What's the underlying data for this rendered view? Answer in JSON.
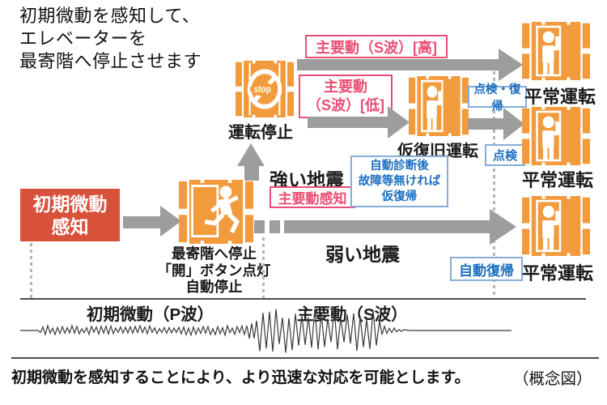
{
  "title": "初期微動を感知して、\nエレベーターを\n最寄階へ停止させます",
  "start": {
    "label": "初期微動\n感知"
  },
  "stop_node": {
    "label": "運転停止",
    "icon_text": "stop"
  },
  "nearest": {
    "label": "最寄階へ停止\n「開」ボタン点灯\n自動停止"
  },
  "quakes": {
    "strong": "強い地震",
    "weak": "弱い地震"
  },
  "badges": {
    "s_high": "主要動（S波）[高]",
    "s_low": "主要動\n（S波）[低]",
    "s_detect": "主要動感知",
    "inspect_return": "点検・復帰",
    "inspect": "点検",
    "auto_return": "自動復帰"
  },
  "note": {
    "auto_diag": "自動診断後\n故障等無ければ\n仮復帰"
  },
  "kari": {
    "label": "仮復旧運転"
  },
  "normal_ops": [
    "平常運転",
    "平常運転",
    "平常運転"
  ],
  "wave": {
    "p_label": "初期微動（P波）",
    "s_label": "主要動（S波）"
  },
  "footer": {
    "caption": "初期微動を感知することにより、より迅速な対応を可能とします。",
    "note": "（概念図）"
  },
  "colors": {
    "orange": "#F29B3D",
    "red": "#D8513B",
    "pink": "#E94F74",
    "blue": "#1B6FC0",
    "blueborder": "#85ADD8",
    "gray": "#9D9D9D",
    "dash": "#B6B6B6"
  }
}
